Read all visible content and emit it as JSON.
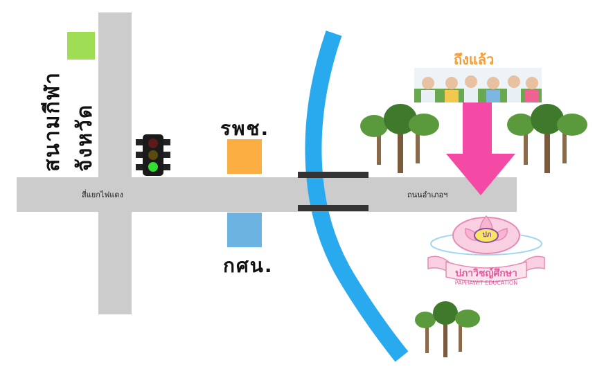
{
  "map": {
    "stadium_label": "สนามกีฬาจังหวัด",
    "hospital_label": "รพช.",
    "nfe_label": "กศน.",
    "intersection_label": "สี่แยกไฟแดง",
    "district_road_label": "ถนนอำเภอฯ",
    "arrived_label": "ถึงแล้ว",
    "school_name_thai": "ปภาวิชญ์ศึกษา",
    "school_name_en": "PAPHAWIT EDUCATION",
    "school_logo_text": "ปภ"
  },
  "colors": {
    "road": "#cccccc",
    "river": "#29aaef",
    "stadium": "#9fdd55",
    "hospital": "#fbae42",
    "nfe": "#6cb3e2",
    "arrow": "#f44aa6",
    "arrived_text": "#f39c33",
    "tree_leaf": "#5a9a3c",
    "tree_trunk": "#8b6a4a"
  }
}
